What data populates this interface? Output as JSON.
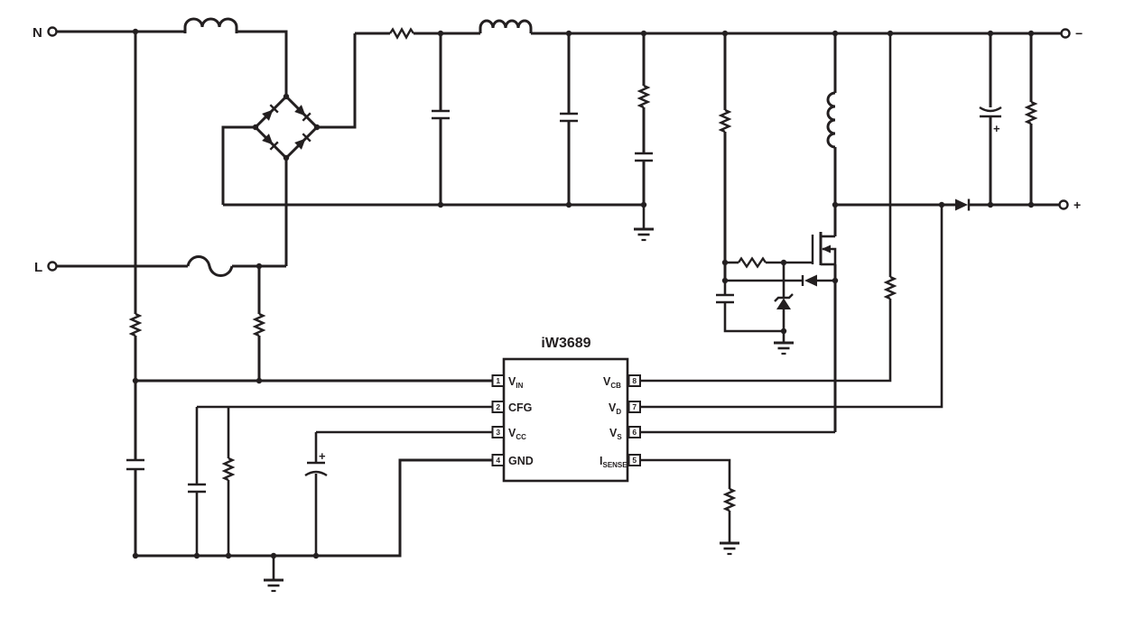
{
  "ic": {
    "title": "iW3689",
    "pins_left": [
      {
        "number": "1",
        "main": "V",
        "sub": "IN"
      },
      {
        "number": "2",
        "main": "CFG",
        "sub": ""
      },
      {
        "number": "3",
        "main": "V",
        "sub": "CC"
      },
      {
        "number": "4",
        "main": "GND",
        "sub": ""
      }
    ],
    "pins_right": [
      {
        "number": "8",
        "main": "V",
        "sub": "CB"
      },
      {
        "number": "7",
        "main": "V",
        "sub": "D"
      },
      {
        "number": "6",
        "main": "V",
        "sub": "S"
      },
      {
        "number": "5",
        "main": "I",
        "sub": "SENSE"
      }
    ]
  },
  "terminals": {
    "neutral": "N",
    "line": "L",
    "out_negative": "−",
    "out_positive": "+"
  },
  "marks": {
    "vcc_cap_plus": "+",
    "out_cap_plus": "+"
  },
  "colors": {
    "ink": "#231f20",
    "background": "#ffffff"
  }
}
